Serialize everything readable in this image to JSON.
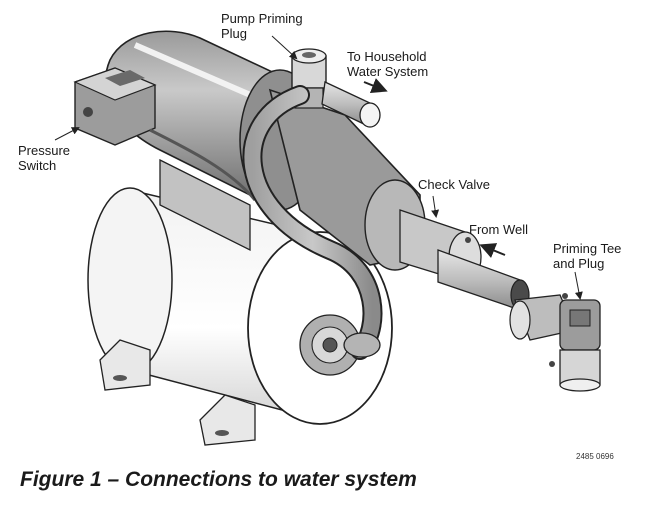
{
  "labels": {
    "pump_priming_plug_line1": "Pump Priming",
    "pump_priming_plug_line2": "Plug",
    "household_line1": "To Household",
    "household_line2": "Water System",
    "pressure_switch_line1": "Pressure",
    "pressure_switch_line2": "Switch",
    "check_valve": "Check Valve",
    "from_well": "From Well",
    "priming_tee_line1": "Priming Tee",
    "priming_tee_line2": "and Plug"
  },
  "figure_code": "2485 0696",
  "caption": "Figure 1 – Connections to water system",
  "colors": {
    "outline": "#222222",
    "shade_dark": "#8c8c8c",
    "shade_mid": "#b5b5b5",
    "shade_light": "#dcdcdc",
    "paper": "#ffffff"
  }
}
